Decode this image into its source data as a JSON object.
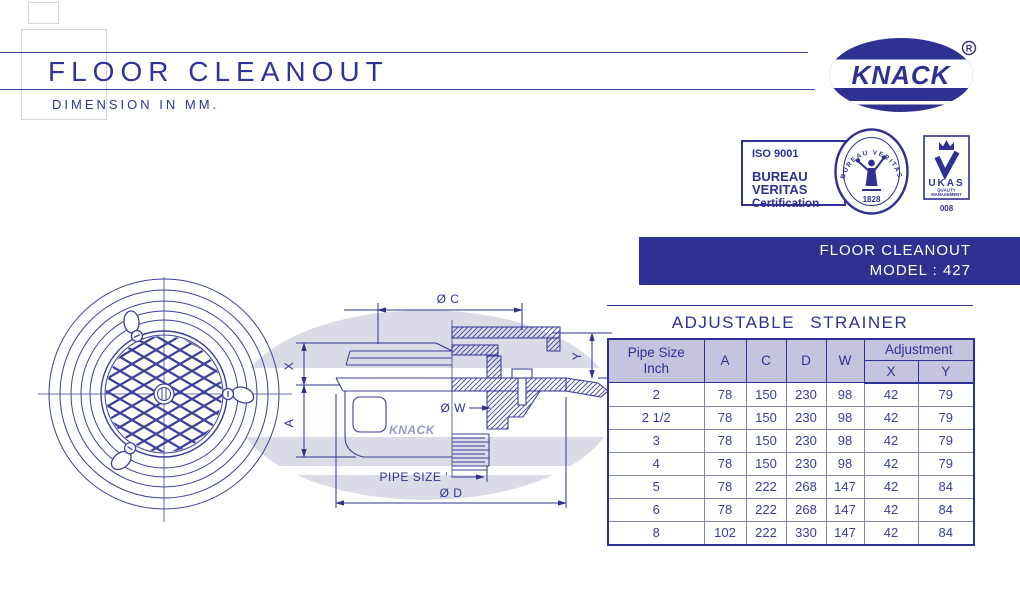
{
  "page": {
    "title": "FLOOR CLEANOUT",
    "subtitle": "DIMENSION IN MM."
  },
  "brand": {
    "name": "KNACK",
    "registered": "R",
    "navy": "#2e3192"
  },
  "certification": {
    "iso": {
      "line1": "ISO 9001",
      "line2": "BUREAU VERITAS",
      "line3": "Certification"
    },
    "seal": {
      "arc_text": "BUREAU VERITAS",
      "year": "1828"
    },
    "ukas": {
      "name": "UKAS",
      "line1": "QUALITY",
      "line2": "MANAGEMENT",
      "number": "008"
    }
  },
  "product_banner": {
    "line1": "FLOOR CLEANOUT",
    "line2": "MODEL : 427"
  },
  "drawing": {
    "watermark": "KNACK",
    "labels": {
      "dim_c": "Ø C",
      "dim_y": "Y",
      "dim_w": "Ø W",
      "pipe_size": "PIPE SIZE '",
      "dim_d": "Ø D",
      "dim_x": "X",
      "dim_a": "A"
    }
  },
  "strainer_table": {
    "title": "ADJUSTABLE STRAINER",
    "headers": {
      "pipe_size_l1": "Pipe Size",
      "pipe_size_l2": "Inch",
      "a": "A",
      "c": "C",
      "d": "D",
      "w": "W",
      "adjustment": "Adjustment",
      "x": "X",
      "y": "Y"
    },
    "rows": [
      {
        "values": [
          "2",
          "78",
          "150",
          "230",
          "98",
          "42",
          "79"
        ]
      },
      {
        "values": [
          "2 1/2",
          "78",
          "150",
          "230",
          "98",
          "42",
          "79"
        ]
      },
      {
        "values": [
          "3",
          "78",
          "150",
          "230",
          "98",
          "42",
          "79"
        ]
      },
      {
        "values": [
          "4",
          "78",
          "150",
          "230",
          "98",
          "42",
          "79"
        ]
      },
      {
        "values": [
          "5",
          "78",
          "222",
          "268",
          "147",
          "42",
          "84"
        ]
      },
      {
        "values": [
          "6",
          "78",
          "222",
          "268",
          "147",
          "42",
          "84"
        ]
      },
      {
        "values": [
          "8",
          "102",
          "222",
          "330",
          "147",
          "42",
          "84"
        ]
      }
    ]
  },
  "colors": {
    "navy": "#2e3192",
    "table_header_bg": "#c5c3de",
    "watermark_gray": "#b7b8ce"
  }
}
